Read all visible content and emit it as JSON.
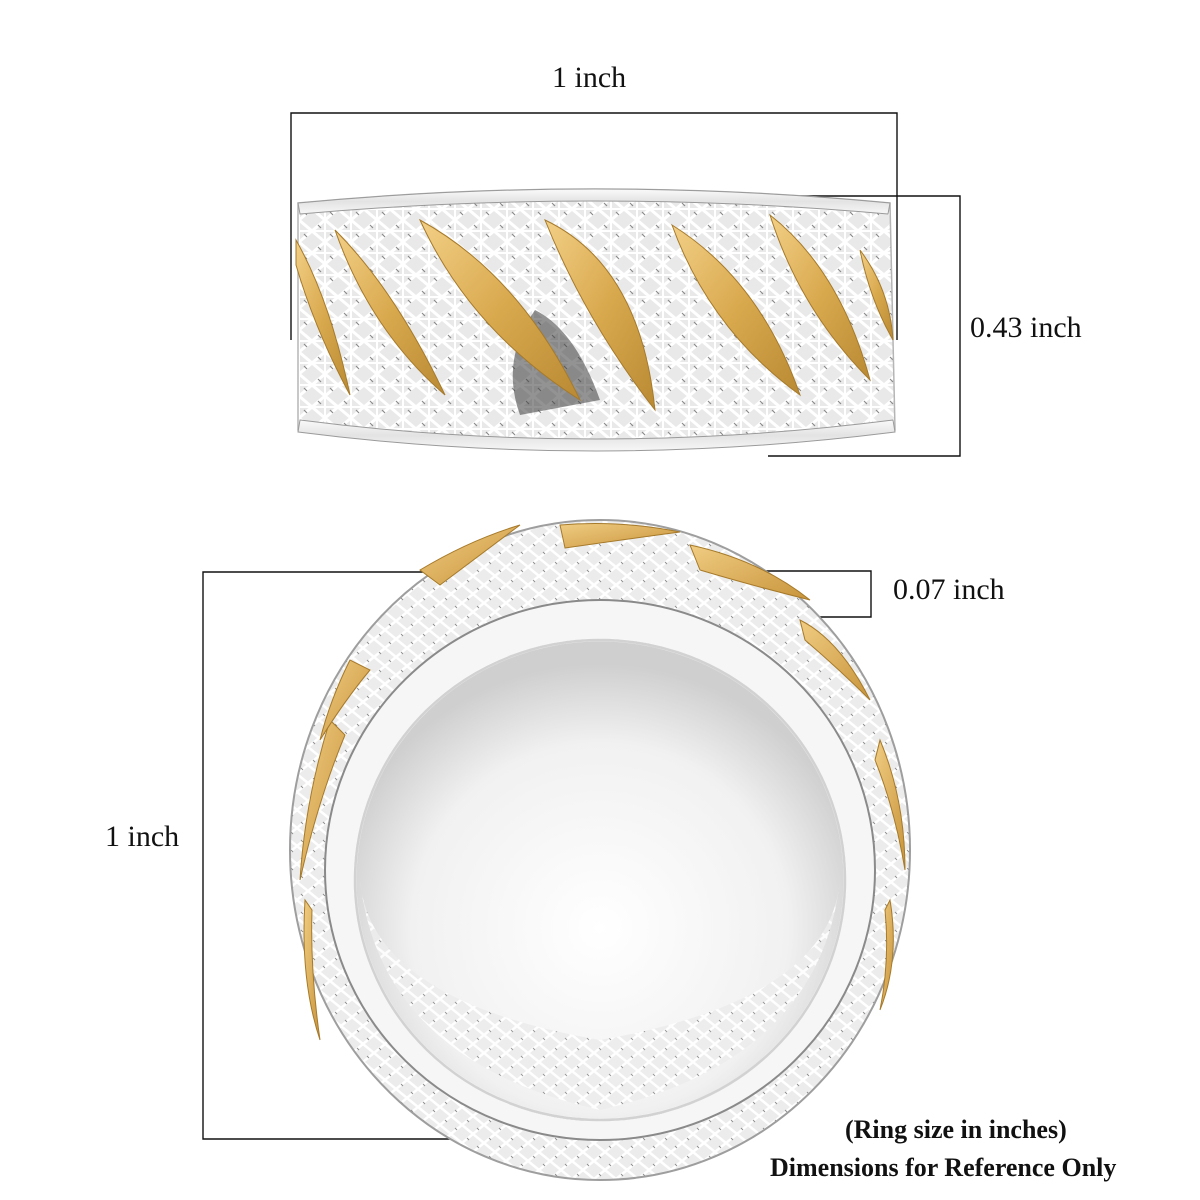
{
  "dimensions": {
    "top_width": "1 inch",
    "top_height": "0.43 inch",
    "band_thickness": "0.07 inch",
    "front_height": "1 inch"
  },
  "footer": {
    "line1": "(Ring size in inches)",
    "line2": "Dimensions for Reference Only"
  },
  "colors": {
    "gold": "#d9a94e",
    "silver": "#f3f3f3",
    "silver_shadow": "#a8a8a8",
    "line": "#111111"
  }
}
